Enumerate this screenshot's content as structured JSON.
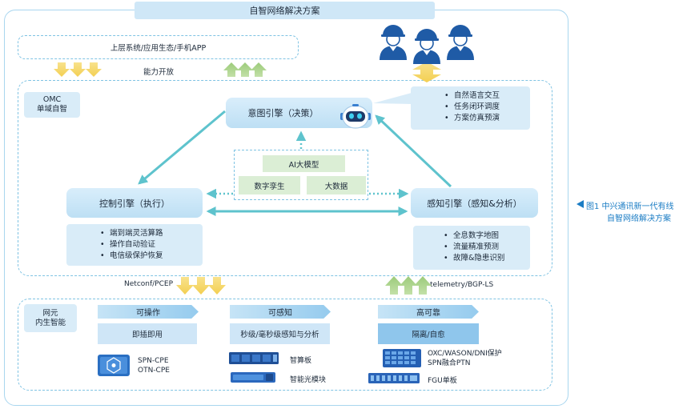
{
  "title": "自智网络解决方案",
  "top_layer": {
    "label": "上层系统/应用生态/手机APP"
  },
  "capability_open": "能力开放",
  "omc": {
    "line1": "OMC",
    "line2": "单域自智"
  },
  "intent_engine": {
    "label": "意图引擎（决策）",
    "features": [
      "自然语言交互",
      "任务闭环调度",
      "方案仿真预演"
    ]
  },
  "ai_core": {
    "model": "AI大模型",
    "twin": "数字孪生",
    "bigdata": "大数据"
  },
  "control_engine": {
    "label": "控制引擎（执行）",
    "features": [
      "端到端灵活算路",
      "操作自动验证",
      "电信级保护恢复"
    ]
  },
  "sensing_engine": {
    "label": "感知引擎（感知&分析）",
    "features": [
      "全息数字地图",
      "流量精准预测",
      "故障&隐患识别"
    ]
  },
  "southbound": {
    "left": "Netconf/PCEP",
    "right": "telemetry/BGP-LS"
  },
  "ne": {
    "line1": "网元",
    "line2": "内生智能"
  },
  "pillars": [
    {
      "title": "可操作",
      "sub": "即插即用"
    },
    {
      "title": "可感知",
      "sub": "秒级/毫秒级感知与分析"
    },
    {
      "title": "高可靠",
      "sub": "隔离/自愈"
    }
  ],
  "devices": {
    "cpe": [
      "SPN-CPE",
      "OTN-CPE"
    ],
    "compute_board": "智算板",
    "optical_module": "智能光模块",
    "protection": [
      "OXC/WASON/DNI保护",
      "SPN融合PTN"
    ],
    "fgu": "FGU单板"
  },
  "caption": {
    "line1": "图1  中兴通讯新一代有线",
    "line2": "自智网络解决方案"
  },
  "colors": {
    "frame": "#a9d6ef",
    "dashed": "#7fc3e3",
    "box_fill": "#d9ecf8",
    "flow_arrow": "#5ec3cd",
    "down_arrow": "#f6d768",
    "up_arrow": "#aed38f",
    "icon_blue": "#1f5ba6",
    "caption": "#1a7cc4"
  }
}
